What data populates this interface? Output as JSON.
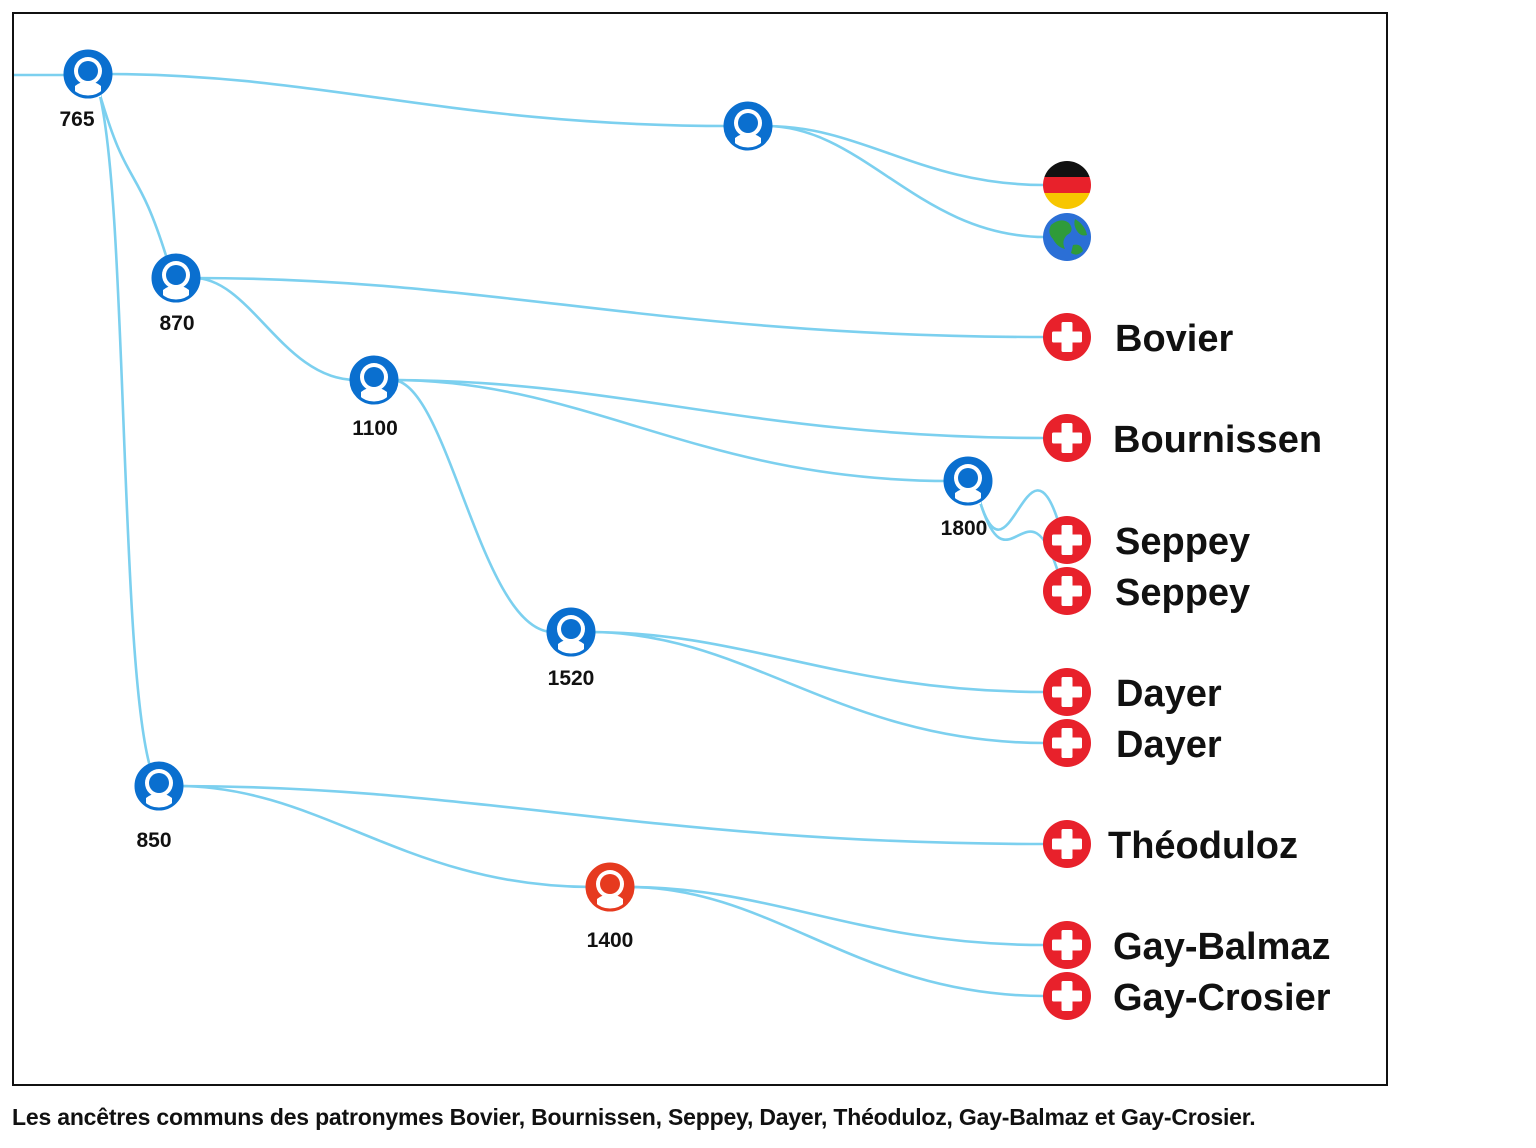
{
  "colors": {
    "line": "#7cd0ef",
    "ancestor": "#0a6fcf",
    "highlight": "#e63a1f",
    "swiss": "#e8212b",
    "text": "#111111"
  },
  "ancestors": [
    {
      "id": "a765",
      "label": "765"
    },
    {
      "id": "a870",
      "label": "870"
    },
    {
      "id": "a1100",
      "label": "1100"
    },
    {
      "id": "a1520",
      "label": "1520"
    },
    {
      "id": "a850",
      "label": "850"
    },
    {
      "id": "a1400",
      "label": "1400",
      "highlight": true
    },
    {
      "id": "a1800",
      "label": "1800"
    },
    {
      "id": "aTop",
      "label": ""
    }
  ],
  "leaves": [
    {
      "id": "de",
      "icon": "german-flag-icon",
      "label": ""
    },
    {
      "id": "world",
      "icon": "globe-icon",
      "label": ""
    },
    {
      "id": "bovier",
      "icon": "swiss-cross-icon",
      "label": "Bovier"
    },
    {
      "id": "bournissen",
      "icon": "swiss-cross-icon",
      "label": "Bournissen"
    },
    {
      "id": "seppey1",
      "icon": "swiss-cross-icon",
      "label": "Seppey"
    },
    {
      "id": "seppey2",
      "icon": "swiss-cross-icon",
      "label": "Seppey"
    },
    {
      "id": "dayer1",
      "icon": "swiss-cross-icon",
      "label": "Dayer"
    },
    {
      "id": "dayer2",
      "icon": "swiss-cross-icon",
      "label": "Dayer"
    },
    {
      "id": "theoduloz",
      "icon": "swiss-cross-icon",
      "label": "Théoduloz"
    },
    {
      "id": "gaybalmaz",
      "icon": "swiss-cross-icon",
      "label": "Gay-Balmaz"
    },
    {
      "id": "gaycrosier",
      "icon": "swiss-cross-icon",
      "label": "Gay-Crosier"
    }
  ],
  "edges": [
    [
      "a765",
      "aTop"
    ],
    [
      "a765",
      "a870"
    ],
    [
      "a765",
      "a850"
    ],
    [
      "aTop",
      "de"
    ],
    [
      "aTop",
      "world"
    ],
    [
      "a870",
      "bovier"
    ],
    [
      "a870",
      "a1100"
    ],
    [
      "a1100",
      "bournissen"
    ],
    [
      "a1100",
      "a1800"
    ],
    [
      "a1100",
      "a1520"
    ],
    [
      "a1800",
      "seppey1"
    ],
    [
      "a1800",
      "seppey2"
    ],
    [
      "a1520",
      "dayer1"
    ],
    [
      "a1520",
      "dayer2"
    ],
    [
      "a850",
      "theoduloz"
    ],
    [
      "a850",
      "a1400"
    ],
    [
      "a1400",
      "gaybalmaz"
    ],
    [
      "a1400",
      "gaycrosier"
    ]
  ],
  "caption": "Les ancêtres communs des patronymes Bovier, Bournissen, Seppey, Dayer, Théoduloz, Gay-Balmaz et Gay-Crosier."
}
